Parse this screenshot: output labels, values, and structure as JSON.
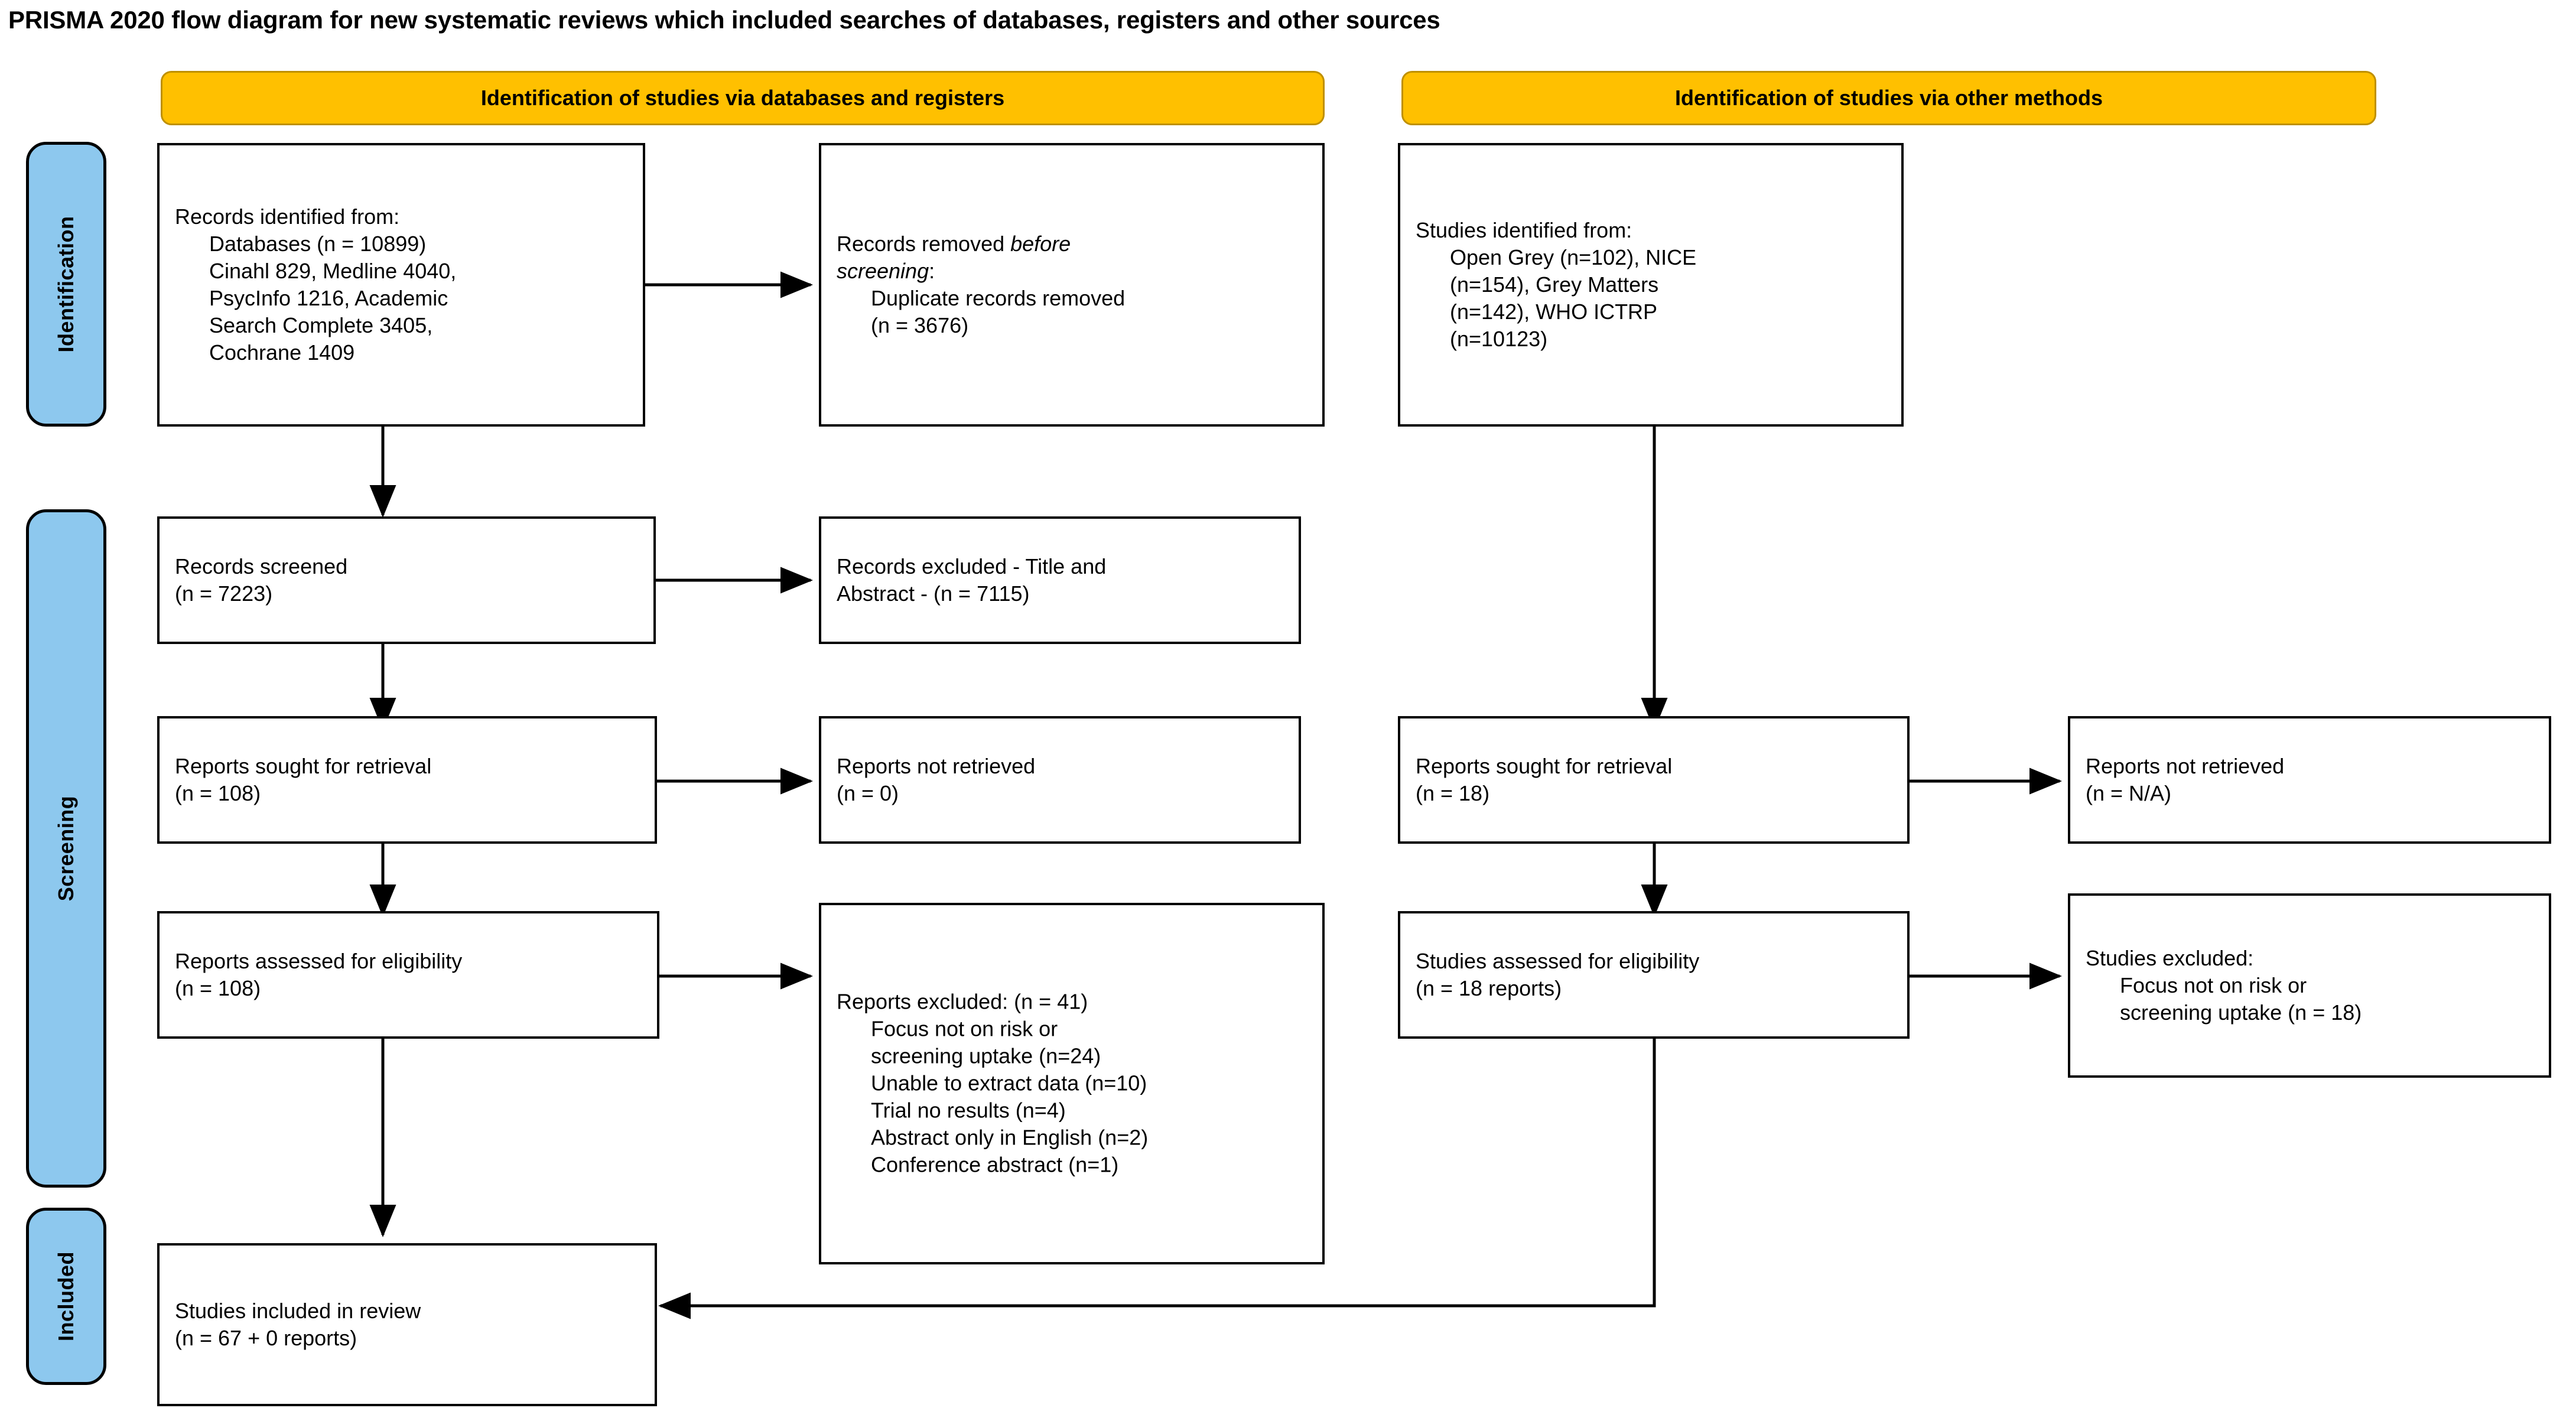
{
  "title": "PRISMA 2020 flow diagram for new systematic reviews which included searches of databases, registers and other sources",
  "headers": {
    "left": "Identification of studies via databases and registers",
    "right": "Identification of studies via other methods"
  },
  "stages": [
    {
      "id": "identification",
      "label": "Identification"
    },
    {
      "id": "screening",
      "label": "Screening"
    },
    {
      "id": "included",
      "label": "Included"
    }
  ],
  "colors": {
    "header_fill": "#FFC000",
    "header_border": "#BF9000",
    "stage_fill": "#8DC8EE",
    "box_border": "#000000",
    "box_fill": "#FFFFFF",
    "text": "#000000"
  },
  "boxes": {
    "records_identified": {
      "title": "Records identified from:",
      "lines": [
        "Databases (n = 10899)",
        "Cinahl 829, Medline 4040,",
        "PsycInfo 1216, Academic",
        "Search Complete 3405,",
        "Cochrane 1409"
      ]
    },
    "records_removed": {
      "title_pre": "Records removed ",
      "title_ital": "before",
      "title_ital2": "screening",
      "title_post": ":",
      "lines": [
        "Duplicate records removed",
        "(n = 3676)"
      ]
    },
    "studies_identified_other": {
      "title": "Studies identified from:",
      "lines": [
        "Open Grey (n=102), NICE",
        "(n=154), Grey Matters",
        "(n=142), WHO ICTRP",
        "(n=10123)"
      ]
    },
    "records_screened": {
      "lines": [
        "Records screened",
        "(n = 7223)"
      ]
    },
    "records_excluded": {
      "lines": [
        "Records excluded - Title and",
        "Abstract - (n = 7115)"
      ]
    },
    "reports_sought_left": {
      "lines": [
        "Reports sought for retrieval",
        "(n = 108)"
      ]
    },
    "reports_not_retrieved_left": {
      "lines": [
        "Reports not retrieved",
        "(n = 0)"
      ]
    },
    "reports_sought_right": {
      "lines": [
        "Reports sought for retrieval",
        "(n = 18)"
      ]
    },
    "reports_not_retrieved_right": {
      "lines": [
        "Reports not retrieved",
        "(n = N/A)"
      ]
    },
    "reports_assessed": {
      "lines": [
        "Reports assessed for eligibility",
        "(n = 108)"
      ]
    },
    "reports_excluded": {
      "title": "Reports excluded: (n = 41)",
      "lines": [
        "Focus not on risk or",
        "screening uptake (n=24)",
        "Unable to extract data (n=10)",
        "Trial no results (n=4)",
        "Abstract only in English (n=2)",
        "Conference abstract (n=1)"
      ]
    },
    "studies_assessed": {
      "lines": [
        "Studies assessed for eligibility",
        "(n = 18 reports)"
      ]
    },
    "studies_excluded": {
      "title": "Studies excluded:",
      "lines": [
        "Focus not on risk or",
        "screening uptake (n = 18)"
      ]
    },
    "studies_included": {
      "lines": [
        "Studies included in review",
        "(n = 67 + 0 reports)"
      ]
    }
  },
  "chart_data": {
    "type": "diagram",
    "title": "PRISMA 2020 flow diagram for new systematic reviews which included searches of databases, registers and other sources",
    "nodes": [
      {
        "id": "records_identified",
        "stage": "Identification",
        "column": "databases",
        "label": "Records identified from: Databases",
        "n": 10899,
        "breakdown": {
          "Cinahl": 829,
          "Medline": 4040,
          "PsycInfo": 1216,
          "Academic Search Complete": 3405,
          "Cochrane": 1409
        }
      },
      {
        "id": "records_removed",
        "stage": "Identification",
        "column": "databases",
        "label": "Duplicate records removed before screening",
        "n": 3676
      },
      {
        "id": "studies_identified_other",
        "stage": "Identification",
        "column": "other",
        "label": "Studies identified from other methods",
        "breakdown": {
          "Open Grey": 102,
          "NICE": 154,
          "Grey Matters": 142,
          "WHO ICTRP": 10123
        }
      },
      {
        "id": "records_screened",
        "stage": "Screening",
        "column": "databases",
        "label": "Records screened",
        "n": 7223
      },
      {
        "id": "records_excluded",
        "stage": "Screening",
        "column": "databases",
        "label": "Records excluded - Title and Abstract",
        "n": 7115
      },
      {
        "id": "reports_sought_left",
        "stage": "Screening",
        "column": "databases",
        "label": "Reports sought for retrieval",
        "n": 108
      },
      {
        "id": "reports_not_retrieved_left",
        "stage": "Screening",
        "column": "databases",
        "label": "Reports not retrieved",
        "n": 0
      },
      {
        "id": "reports_assessed",
        "stage": "Screening",
        "column": "databases",
        "label": "Reports assessed for eligibility",
        "n": 108
      },
      {
        "id": "reports_excluded",
        "stage": "Screening",
        "column": "databases",
        "label": "Reports excluded",
        "n": 41,
        "breakdown": {
          "Focus not on risk or screening uptake": 24,
          "Unable to extract data": 10,
          "Trial no results": 4,
          "Abstract only in English": 2,
          "Conference abstract": 1
        }
      },
      {
        "id": "reports_sought_right",
        "stage": "Screening",
        "column": "other",
        "label": "Reports sought for retrieval",
        "n": 18
      },
      {
        "id": "reports_not_retrieved_right",
        "stage": "Screening",
        "column": "other",
        "label": "Reports not retrieved",
        "n": "N/A"
      },
      {
        "id": "studies_assessed",
        "stage": "Screening",
        "column": "other",
        "label": "Studies assessed for eligibility",
        "n": 18
      },
      {
        "id": "studies_excluded",
        "stage": "Screening",
        "column": "other",
        "label": "Studies excluded: Focus not on risk or screening uptake",
        "n": 18
      },
      {
        "id": "studies_included",
        "stage": "Included",
        "column": "databases",
        "label": "Studies included in review",
        "n": 67,
        "extra_reports": 0
      }
    ],
    "edges": [
      {
        "from": "records_identified",
        "to": "records_removed"
      },
      {
        "from": "records_identified",
        "to": "records_screened"
      },
      {
        "from": "records_screened",
        "to": "records_excluded"
      },
      {
        "from": "records_screened",
        "to": "reports_sought_left"
      },
      {
        "from": "reports_sought_left",
        "to": "reports_not_retrieved_left"
      },
      {
        "from": "reports_sought_left",
        "to": "reports_assessed"
      },
      {
        "from": "reports_assessed",
        "to": "reports_excluded"
      },
      {
        "from": "reports_assessed",
        "to": "studies_included"
      },
      {
        "from": "studies_identified_other",
        "to": "reports_sought_right"
      },
      {
        "from": "reports_sought_right",
        "to": "reports_not_retrieved_right"
      },
      {
        "from": "reports_sought_right",
        "to": "studies_assessed"
      },
      {
        "from": "studies_assessed",
        "to": "studies_excluded"
      },
      {
        "from": "studies_assessed",
        "to": "studies_included"
      }
    ]
  }
}
